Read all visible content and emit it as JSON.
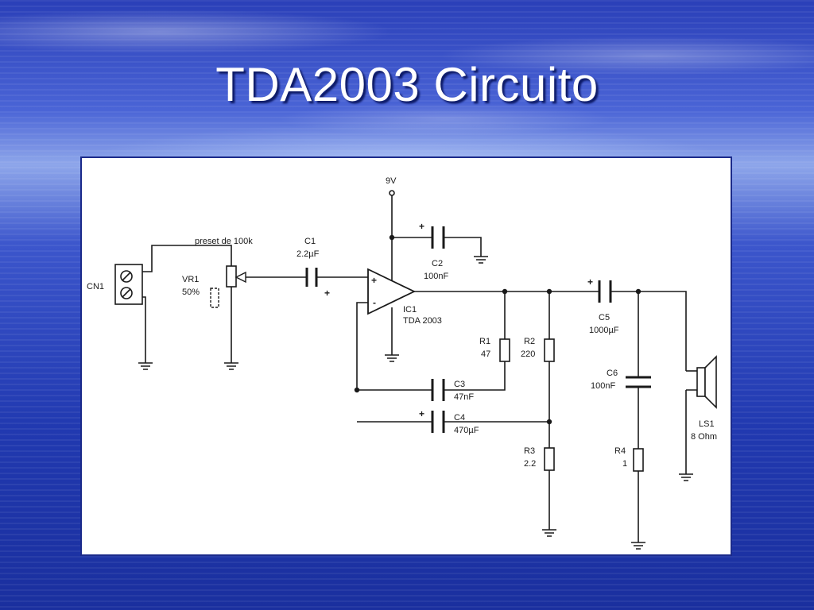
{
  "slide": {
    "title": "TDA2003 Circuito"
  },
  "schematic": {
    "supply": "9V",
    "cn1": "CN1",
    "vr1": {
      "ref": "VR1",
      "value": "50%",
      "note": "preset de 100k"
    },
    "c1": {
      "ref": "C1",
      "value": "2.2µF"
    },
    "c2": {
      "ref": "C2",
      "value": "100nF"
    },
    "ic1": {
      "ref": "IC1",
      "value": "TDA 2003"
    },
    "r1": {
      "ref": "R1",
      "value": "47"
    },
    "r2": {
      "ref": "R2",
      "value": "220"
    },
    "c3": {
      "ref": "C3",
      "value": "47nF"
    },
    "c4": {
      "ref": "C4",
      "value": "470µF"
    },
    "r3": {
      "ref": "R3",
      "value": "2.2"
    },
    "c5": {
      "ref": "C5",
      "value": "1000µF"
    },
    "c6": {
      "ref": "C6",
      "value": "100nF"
    },
    "r4": {
      "ref": "R4",
      "value": "1"
    },
    "ls1": {
      "ref": "LS1",
      "value": "8 Ohm"
    },
    "plus": "+",
    "minus": "-"
  }
}
